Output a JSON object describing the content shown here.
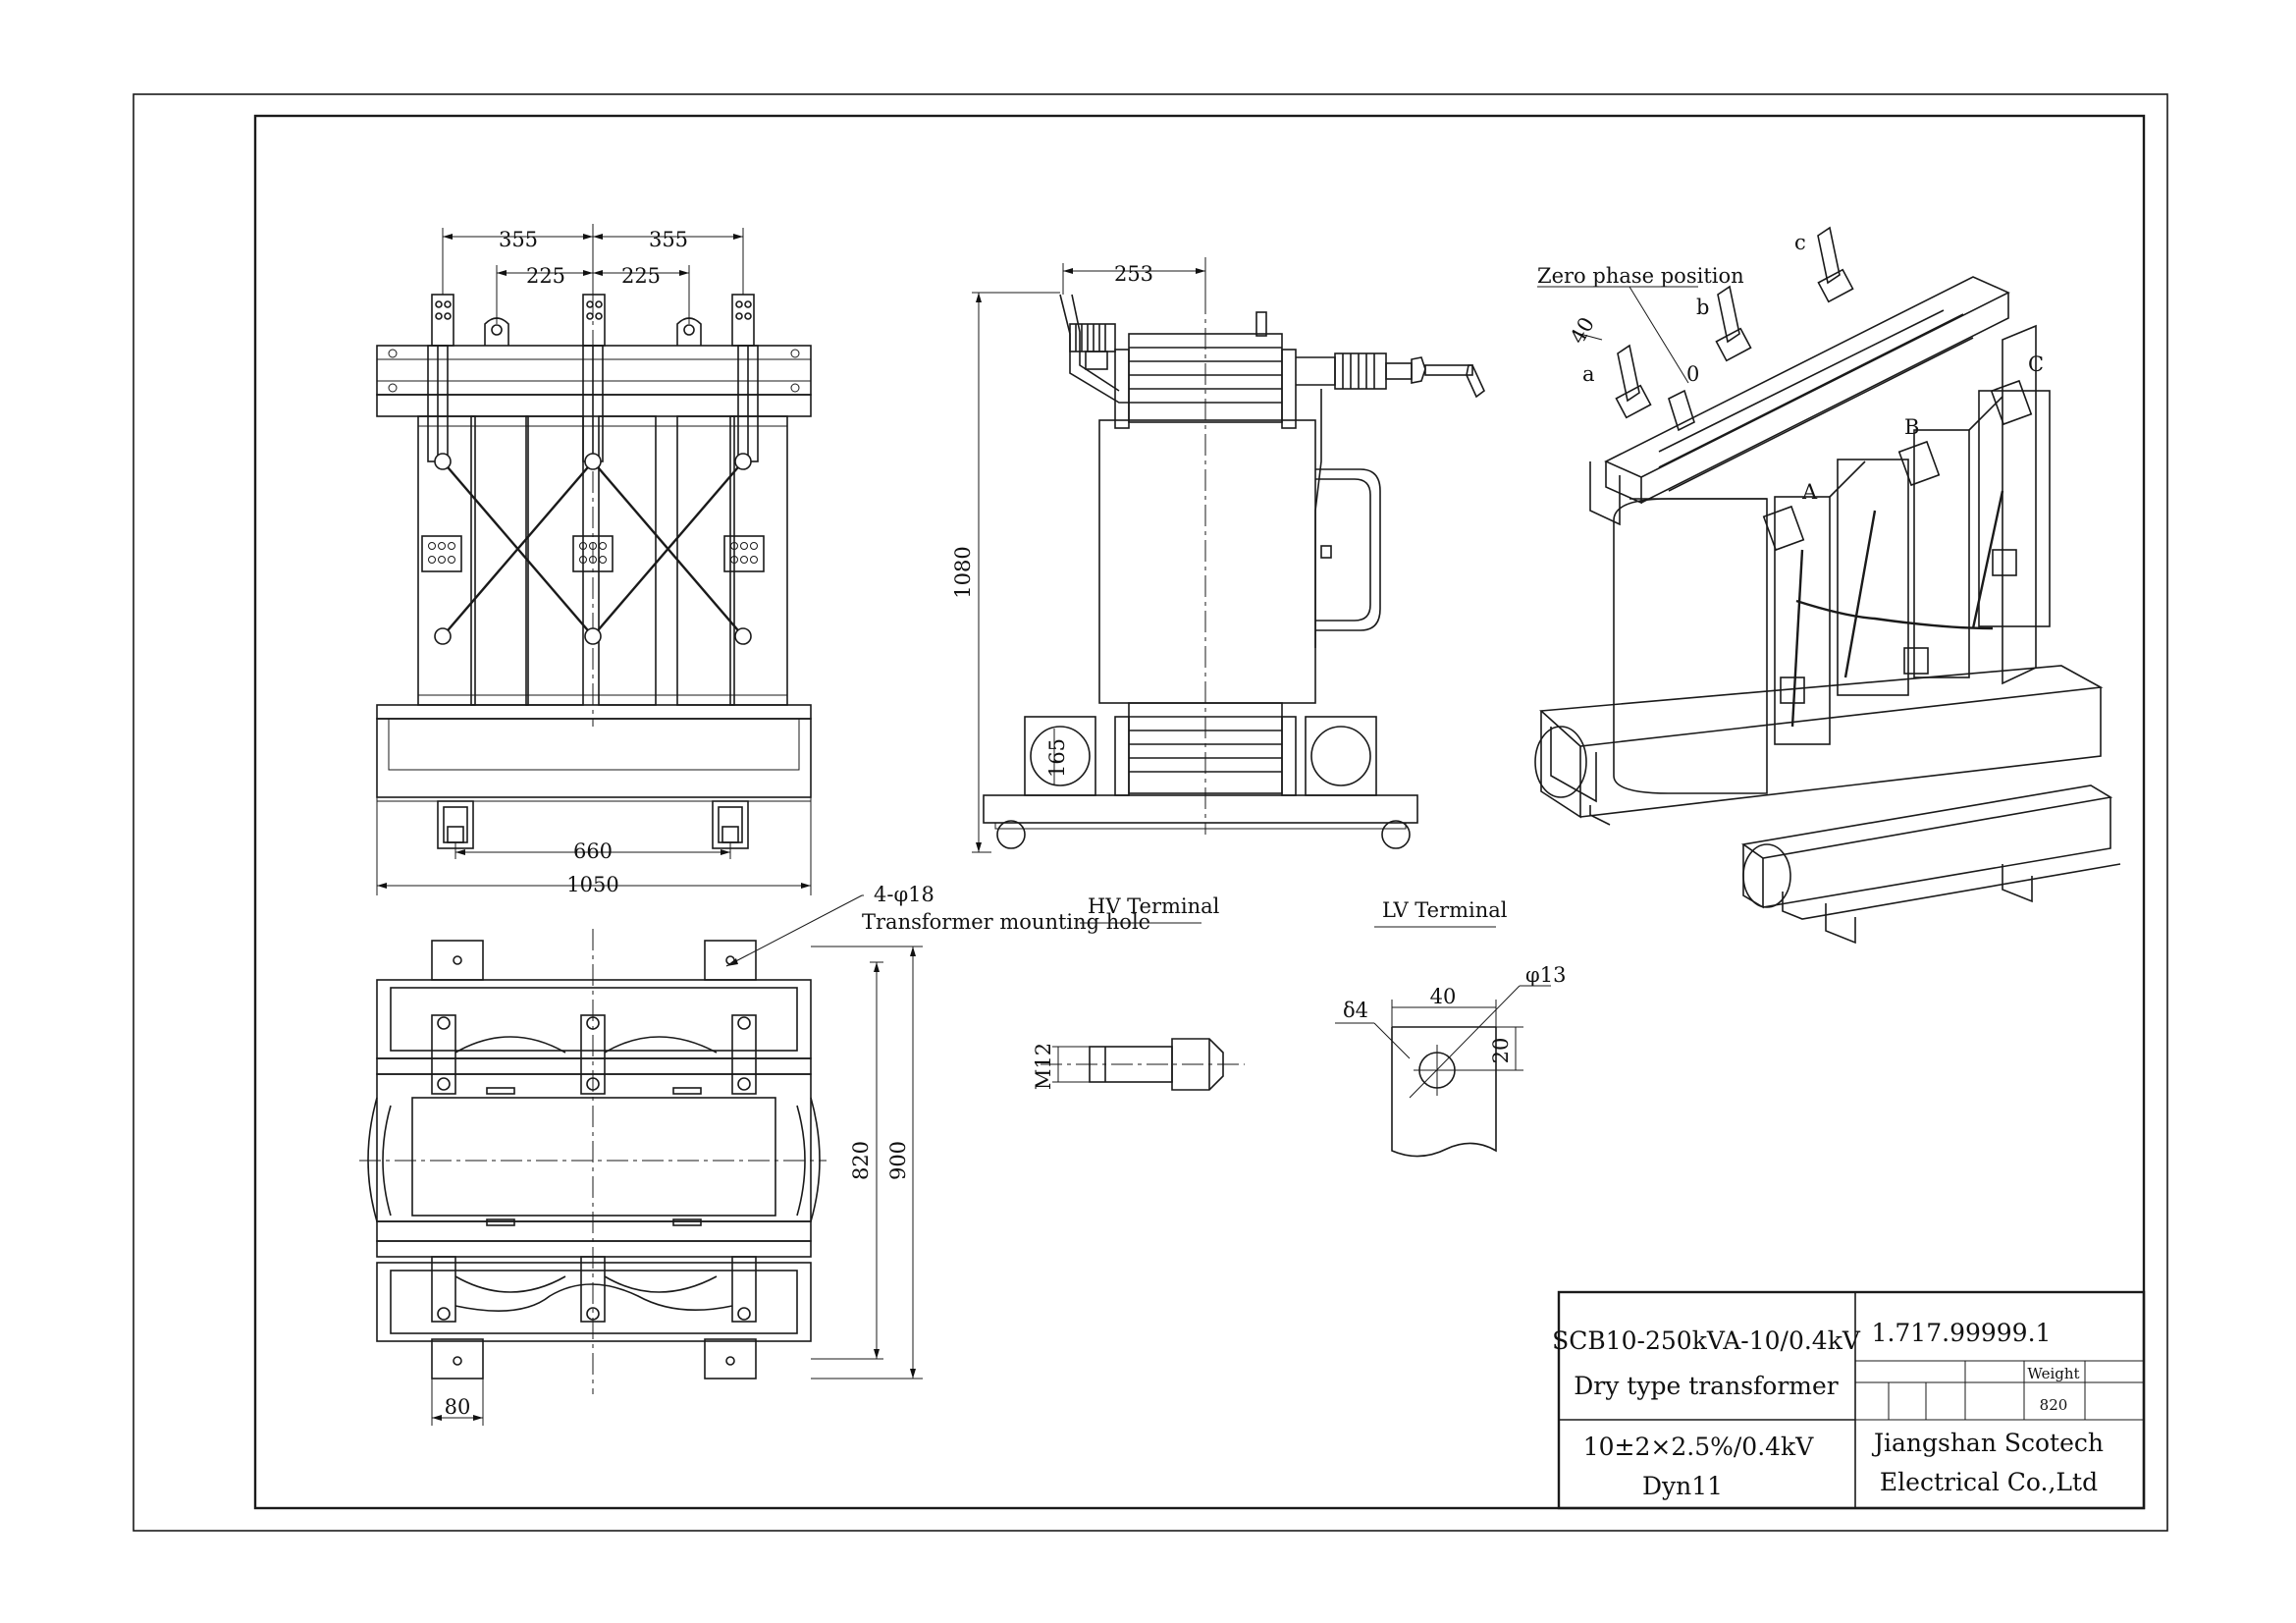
{
  "front_view": {
    "dims": {
      "d355_left": "355",
      "d355_right": "355",
      "d225_left": "225",
      "d225_right": "225",
      "d660": "660",
      "d1050": "1050"
    }
  },
  "side_view": {
    "dims": {
      "d253": "253",
      "d1080": "1080",
      "d165": "165"
    }
  },
  "iso_view": {
    "zero_phase_label": "Zero phase position",
    "dim_40": "40",
    "phase_labels": {
      "a": "a",
      "b": "b",
      "c": "c",
      "zero": "0",
      "A": "A",
      "B": "B",
      "C": "C"
    }
  },
  "plan_view": {
    "hole_spec": "4-φ18",
    "hole_label": "Transformer mounting hole",
    "dims": {
      "d820": "820",
      "d900": "900",
      "d80": "80"
    }
  },
  "hv_terminal": {
    "title": "HV Terminal",
    "thread": "M12"
  },
  "lv_terminal": {
    "title": "LV Terminal",
    "thickness": "δ4",
    "width": "40",
    "hole": "φ13",
    "offset": "20"
  },
  "title_block": {
    "model": "SCB10-250kVA-10/0.4kV",
    "description": "Dry type transformer",
    "drawing_no": "1.717.99999.1",
    "weight_label": "Weight",
    "weight_value": "820",
    "voltage": "10±2×2.5%/0.4kV",
    "vector_group": "Dyn11",
    "company_line1": "Jiangshan Scotech",
    "company_line2": "Electrical Co.,Ltd"
  }
}
